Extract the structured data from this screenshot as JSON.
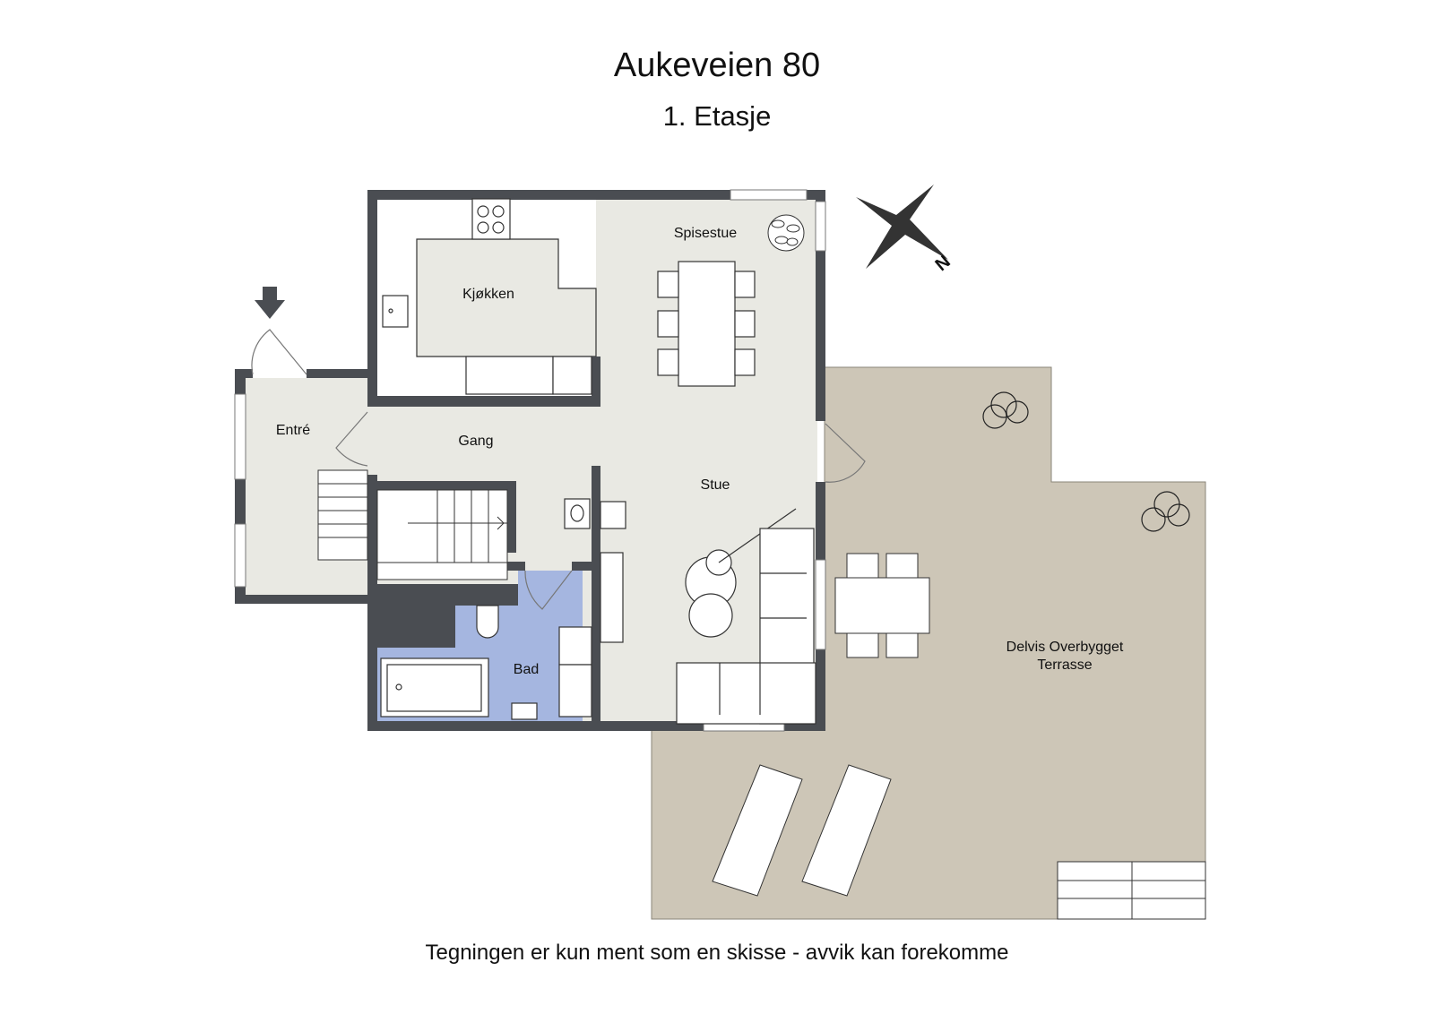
{
  "header": {
    "title": "Aukeveien 80",
    "subtitle": "1. Etasje"
  },
  "rooms": [
    {
      "id": "kjokken",
      "label": "Kjøkken"
    },
    {
      "id": "spisestue",
      "label": "Spisestue"
    },
    {
      "id": "entre",
      "label": "Entré"
    },
    {
      "id": "gang",
      "label": "Gang"
    },
    {
      "id": "stue",
      "label": "Stue"
    },
    {
      "id": "bad",
      "label": "Bad"
    },
    {
      "id": "terrasse",
      "label_line1": "Delvis Overbygget",
      "label_line2": "Terrasse"
    }
  ],
  "icons": {
    "compass": "compass-rose-icon",
    "entrance": "entrance-arrow-icon",
    "north": "N"
  },
  "colors": {
    "wall": "#4a4d52",
    "floor": "#e9e9e3",
    "bath": "#a5b6e0",
    "terrace": "#cdc6b7"
  },
  "footer": {
    "disclaimer": "Tegningen er kun ment som en skisse - avvik kan forekomme"
  }
}
